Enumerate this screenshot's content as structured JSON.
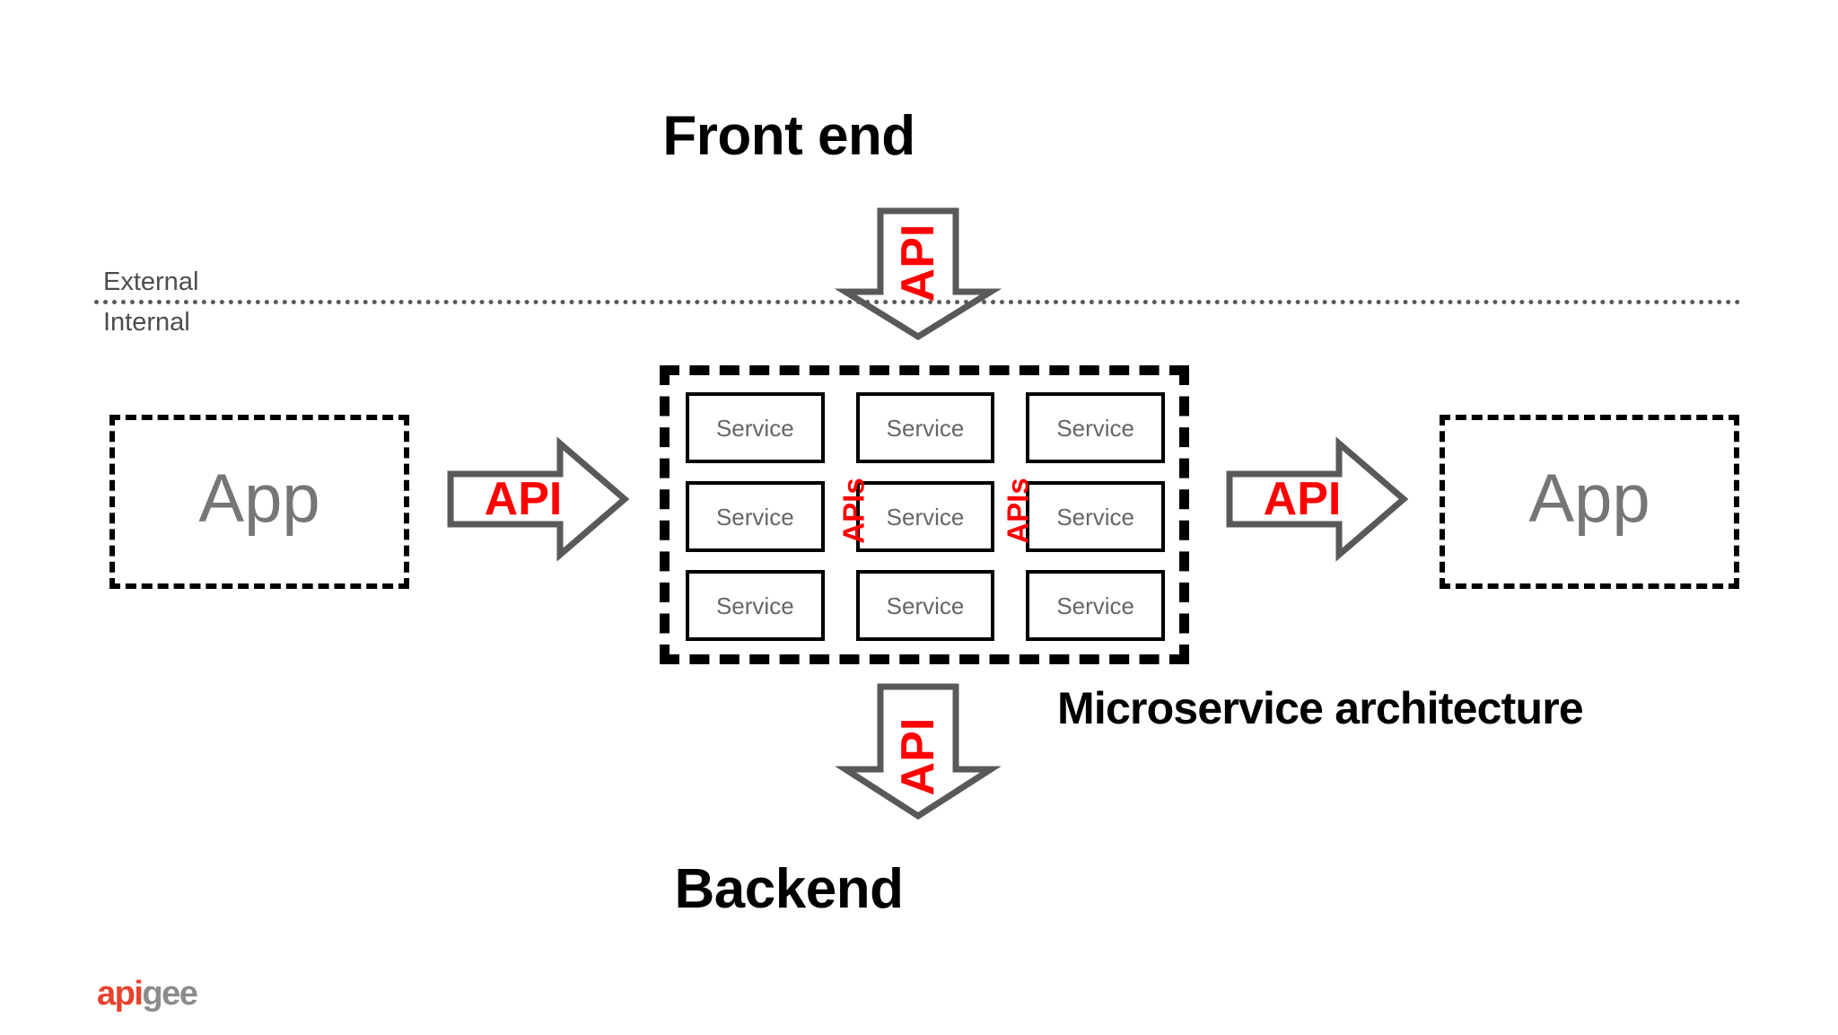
{
  "titles": {
    "front_end": "Front end",
    "backend": "Backend",
    "microservice_architecture": "Microservice architecture"
  },
  "boundary": {
    "external": "External",
    "internal": "Internal",
    "line_color": "#595959"
  },
  "apps": {
    "left": "App",
    "right": "App",
    "text_color": "#767676",
    "border_color": "#000000"
  },
  "arrows": {
    "top": {
      "label": "API",
      "direction": "down"
    },
    "bottom": {
      "label": "API",
      "direction": "down"
    },
    "left": {
      "label": "API",
      "direction": "right"
    },
    "right": {
      "label": "API",
      "direction": "right"
    },
    "label_color": "#FF0000",
    "stroke_color": "#595959"
  },
  "microservices": {
    "services": [
      {
        "label": "Service"
      },
      {
        "label": "Service"
      },
      {
        "label": "Service"
      },
      {
        "label": "Service"
      },
      {
        "label": "Service"
      },
      {
        "label": "Service"
      },
      {
        "label": "Service"
      },
      {
        "label": "Service"
      },
      {
        "label": "Service"
      }
    ],
    "apis_labels": [
      "APIs",
      "APIs"
    ],
    "service_text_color": "#666666",
    "apis_color": "#FF0000",
    "container_border_color": "#000000"
  },
  "logo": {
    "part_one": "api",
    "part_two": "gee",
    "color_one": "#E8412B",
    "color_two": "#8C8C8C"
  }
}
